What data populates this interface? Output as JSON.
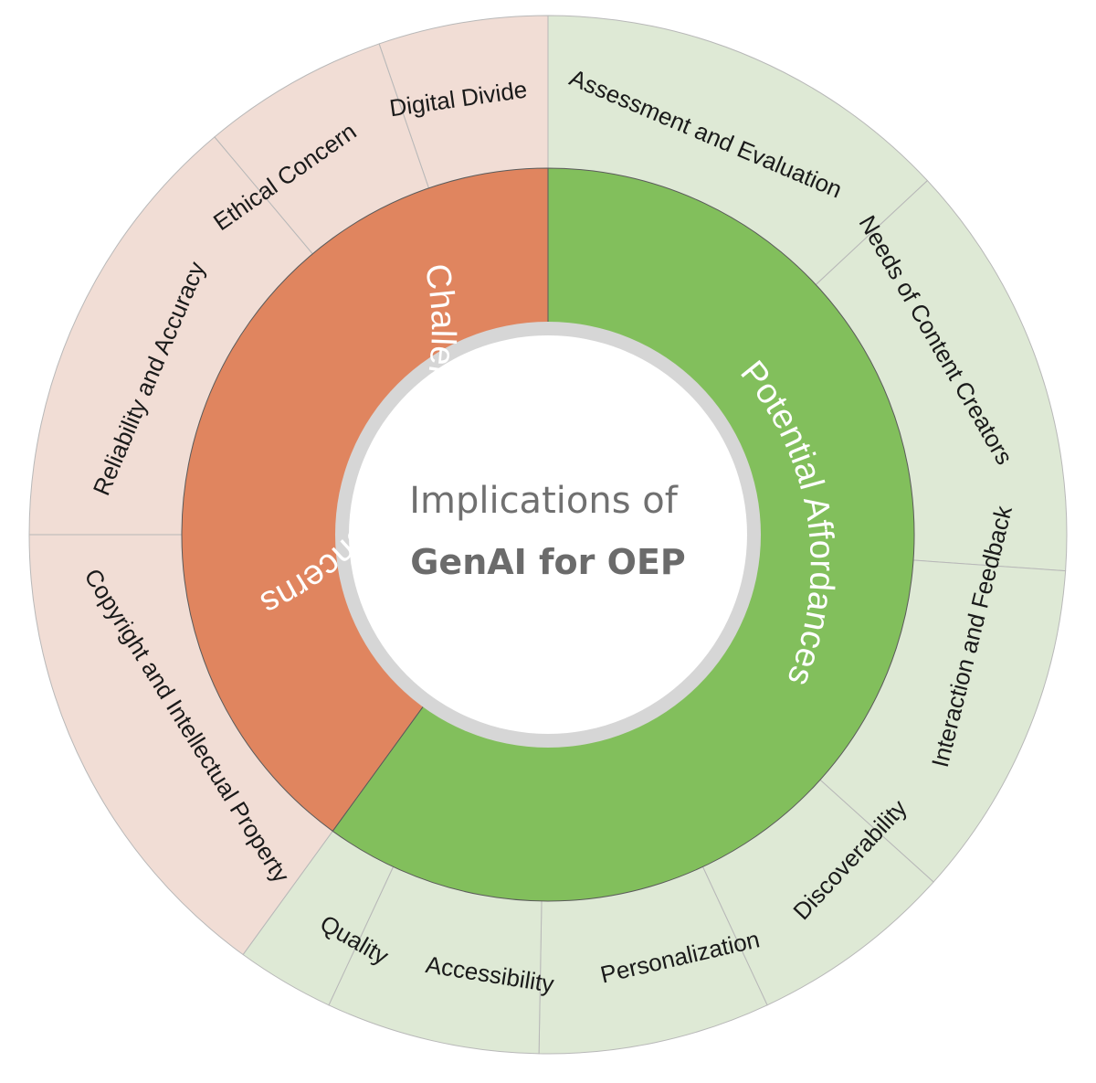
{
  "center": {
    "line1": "Implications of",
    "line2": "GenAI for OEP"
  },
  "colors": {
    "challenges_inner": "#E0855F",
    "challenges_outer": "#F1DDD5",
    "affordances_inner": "#82BF5C",
    "affordances_outer": "#DEE9D5",
    "divider": "#B8B8B8",
    "center_ring": "#D6D6D6"
  },
  "inner": [
    {
      "id": "challenges",
      "label": "Challenges and Concerns"
    },
    {
      "id": "affordances",
      "label": "Potential Affordances"
    }
  ],
  "outer": [
    {
      "group": "challenges",
      "label": "Digital Divide"
    },
    {
      "group": "challenges",
      "label": "Ethical Concern"
    },
    {
      "group": "challenges",
      "label": "Reliability and Accuracy"
    },
    {
      "group": "challenges",
      "label": "Copyright and Intellectual Property"
    },
    {
      "group": "affordances",
      "label": "Assessment and Evaluation"
    },
    {
      "group": "affordances",
      "label": "Needs of Content Creators"
    },
    {
      "group": "affordances",
      "label": "Interaction and Feedback"
    },
    {
      "group": "affordances",
      "label": "Discoverability"
    },
    {
      "group": "affordances",
      "label": "Personalization"
    },
    {
      "group": "affordances",
      "label": "Accessibility"
    },
    {
      "group": "affordances",
      "label": "Quality"
    }
  ]
}
